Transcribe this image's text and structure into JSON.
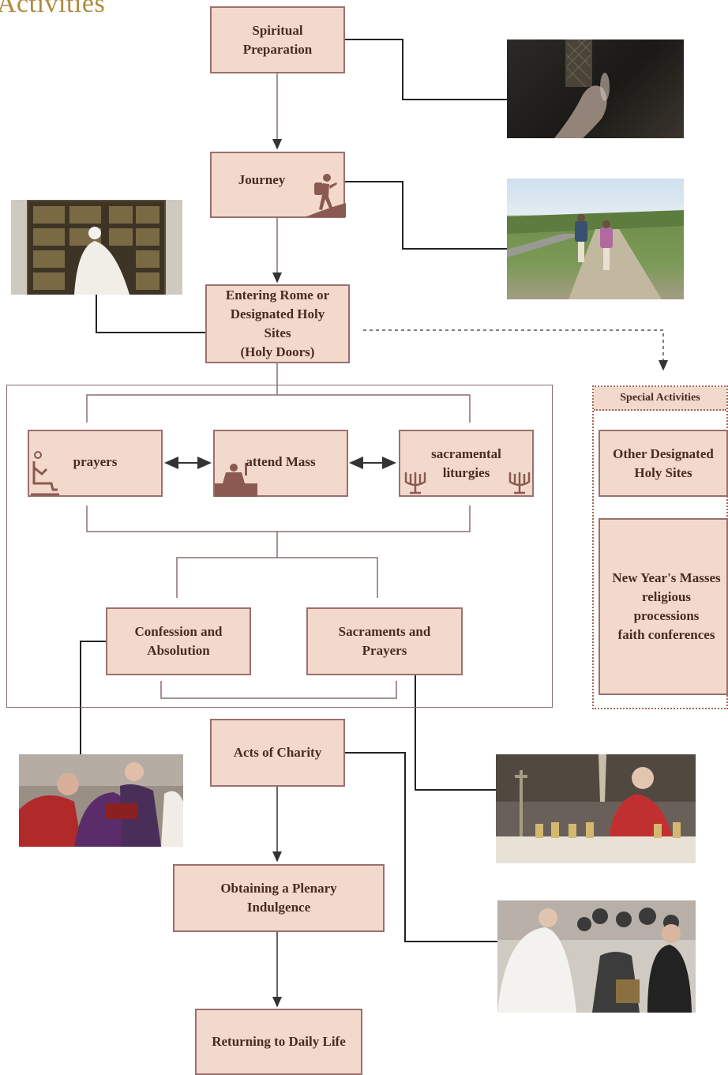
{
  "heading": "Activities",
  "flow": {
    "spiritual_preparation": "Spiritual\nPreparation",
    "journey": "Journey",
    "entering_rome": "Entering Rome or\nDesignated Holy\nSites\n(Holy Doors)",
    "prayers": "prayers",
    "attend_mass": "attend Mass",
    "sacramental_liturgies": "sacramental\nliturgies",
    "confession": "Confession and\nAbsolution",
    "sacraments_prayers": "Sacraments and\nPrayers",
    "acts_of_charity": "Acts of Charity",
    "plenary_indulgence": "Obtaining a Plenary\nIndulgence",
    "daily_life": "Returning to Daily Life"
  },
  "special": {
    "title": "Special Activities",
    "other_sites": "Other Designated\nHoly Sites",
    "events": "New Year's Masses\nreligious\nprocessions\nfaith conferences"
  },
  "colors": {
    "box_fill": "#f3d9cb",
    "box_border": "#9a7070",
    "line": "#222222",
    "heading": "#b08a3e",
    "icon": "#8a5a52"
  },
  "icons": [
    "hiker-icon",
    "kneeling-prayer-icon",
    "altar-icon",
    "candelabra-icon"
  ],
  "photos": [
    "confessional-photo",
    "pilgrims-walking-photo",
    "holy-door-photo",
    "confession-photo",
    "mass-altar-photo",
    "pope-crowd-photo"
  ]
}
